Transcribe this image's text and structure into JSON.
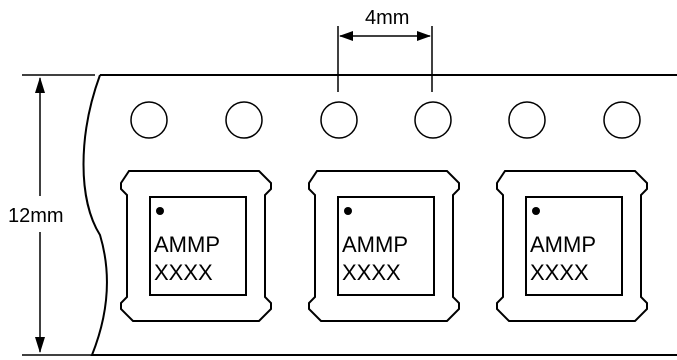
{
  "diagram": {
    "pitch_label": "4mm",
    "width_label": "12mm",
    "stroke_color": "#000000",
    "background_color": "#ffffff",
    "sprocket_hole_count": 6,
    "components": [
      {
        "marking_line1": "AMMP",
        "marking_line2": "XXXX",
        "pin1_indicator": "dot"
      },
      {
        "marking_line1": "AMMP",
        "marking_line2": "XXXX",
        "pin1_indicator": "dot"
      },
      {
        "marking_line1": "AMMP",
        "marking_line2": "XXXX",
        "pin1_indicator": "dot"
      }
    ]
  }
}
